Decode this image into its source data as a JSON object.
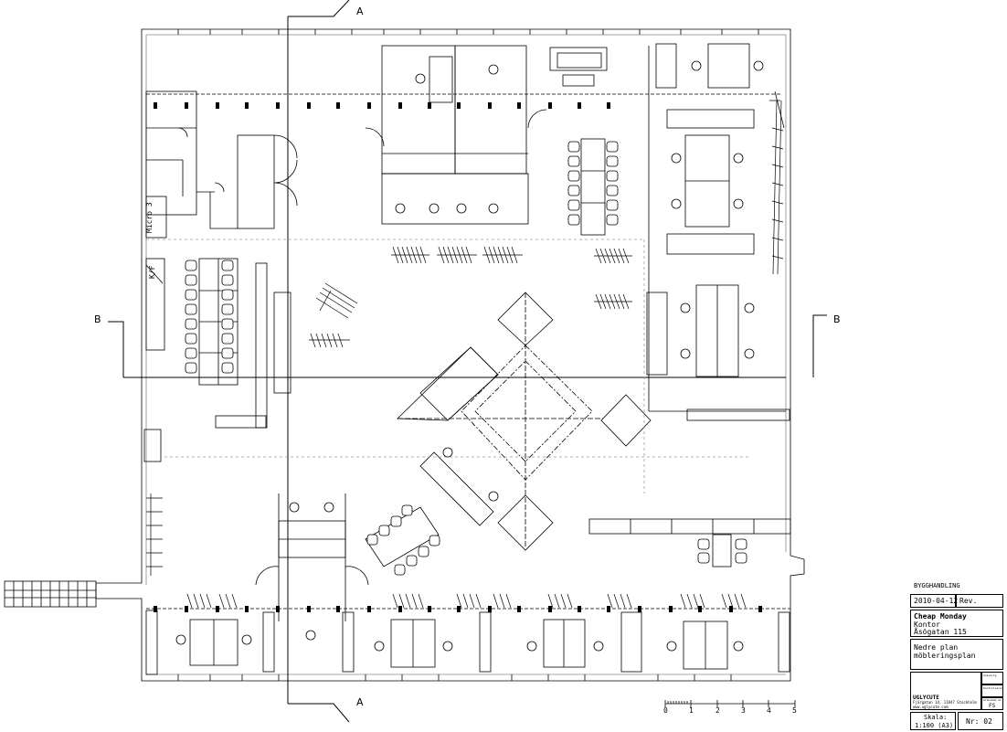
{
  "drawing": {
    "section_marks": {
      "a": "A",
      "b": "B"
    },
    "room_labels": {
      "micro": "Micro 3",
      "kf": "K/F"
    },
    "scale_bar": {
      "ticks": [
        "0",
        "1",
        "2",
        "3",
        "4",
        "5"
      ]
    }
  },
  "title_block": {
    "heading": "BYGGHANDLING",
    "date": "2010-04-12",
    "rev_label": "Rev.",
    "client": "Cheap Monday",
    "client_sub": "Kontor",
    "address": "Åsögatan 115",
    "plan_title_1": "Nedre plan",
    "plan_title_2": "möbleringsplan",
    "firm_name": "UGLYCUTE",
    "firm_address": "Fjärgatan 14, 11847 Stockholm",
    "firm_web": "www.uglycute.com",
    "field_1": "Ansvarig",
    "field_2": "Kontrollerad",
    "field_3": "Granskad av",
    "drawn_by": "FS",
    "scale_label": "Skala:",
    "scale_value": "1:100 (A3)",
    "sheet_no": "Nr: 02"
  }
}
